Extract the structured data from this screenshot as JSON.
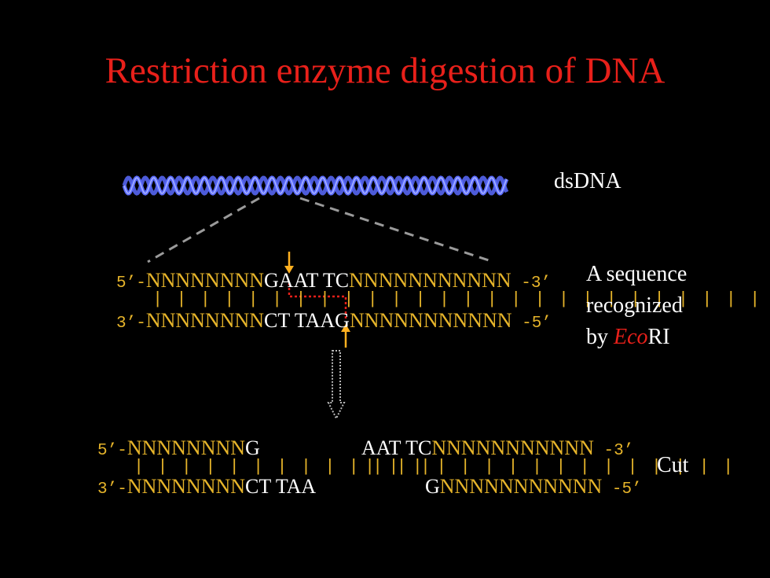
{
  "title": "Restriction enzyme digestion of DNA",
  "labels": {
    "dsdna": "dsDNA",
    "recog_line1": "A sequence",
    "recog_line2": "recognized",
    "recog_by": "by ",
    "enzyme_italic": "Eco",
    "enzyme_rest": "RI",
    "cut": "Cut"
  },
  "top_strand": {
    "prefix": "5’-",
    "n_left": "NNNNNNNN",
    "site": "GAAT TC",
    "n_right": "NNNNNNNNNNN",
    "suffix": " -3’"
  },
  "bottom_strand": {
    "prefix": "3’-",
    "n_left": "NNNNNNNN",
    "site": "CT TAAG",
    "n_right": "NNNNNNNNNNN",
    "suffix": " -5’"
  },
  "cut_left": {
    "top_prefix": "5’-",
    "top_n": "NNNNNNNN",
    "top_site": "G",
    "bottom_prefix": "3’-",
    "bottom_n": "NNNNNNNN",
    "bottom_site": "CT TAA"
  },
  "cut_right": {
    "top_site": "AAT TC",
    "top_n": "NNNNNNNNNNN",
    "top_suffix": " -3’",
    "bottom_site": "G",
    "bottom_n": "NNNNNNNNNNN",
    "bottom_suffix": " -5’"
  },
  "colors": {
    "title": "#e8201a",
    "sequence": "#e6b42a",
    "site": "#ffffff",
    "helix": "#5b6bff",
    "arrow": "#ffb020",
    "cut_path": "#e8201a",
    "zoom_lines": "#9a9a9a"
  }
}
